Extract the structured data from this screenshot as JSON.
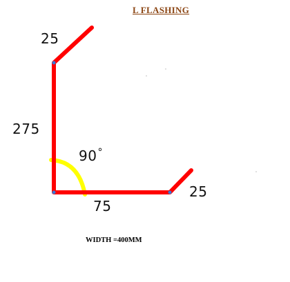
{
  "title": "L  FLASHING",
  "dimensions": {
    "top_flange": "25",
    "vertical": "275",
    "horizontal": "75",
    "end_flange": "25",
    "angle": "90",
    "degree_symbol": "°"
  },
  "width_label": "WIDTH  =400MM",
  "colors": {
    "profile_line": "#ff0000",
    "angle_arc": "#ffff00",
    "corner_points": "#3a78d8",
    "title_text": "#8B4513"
  }
}
